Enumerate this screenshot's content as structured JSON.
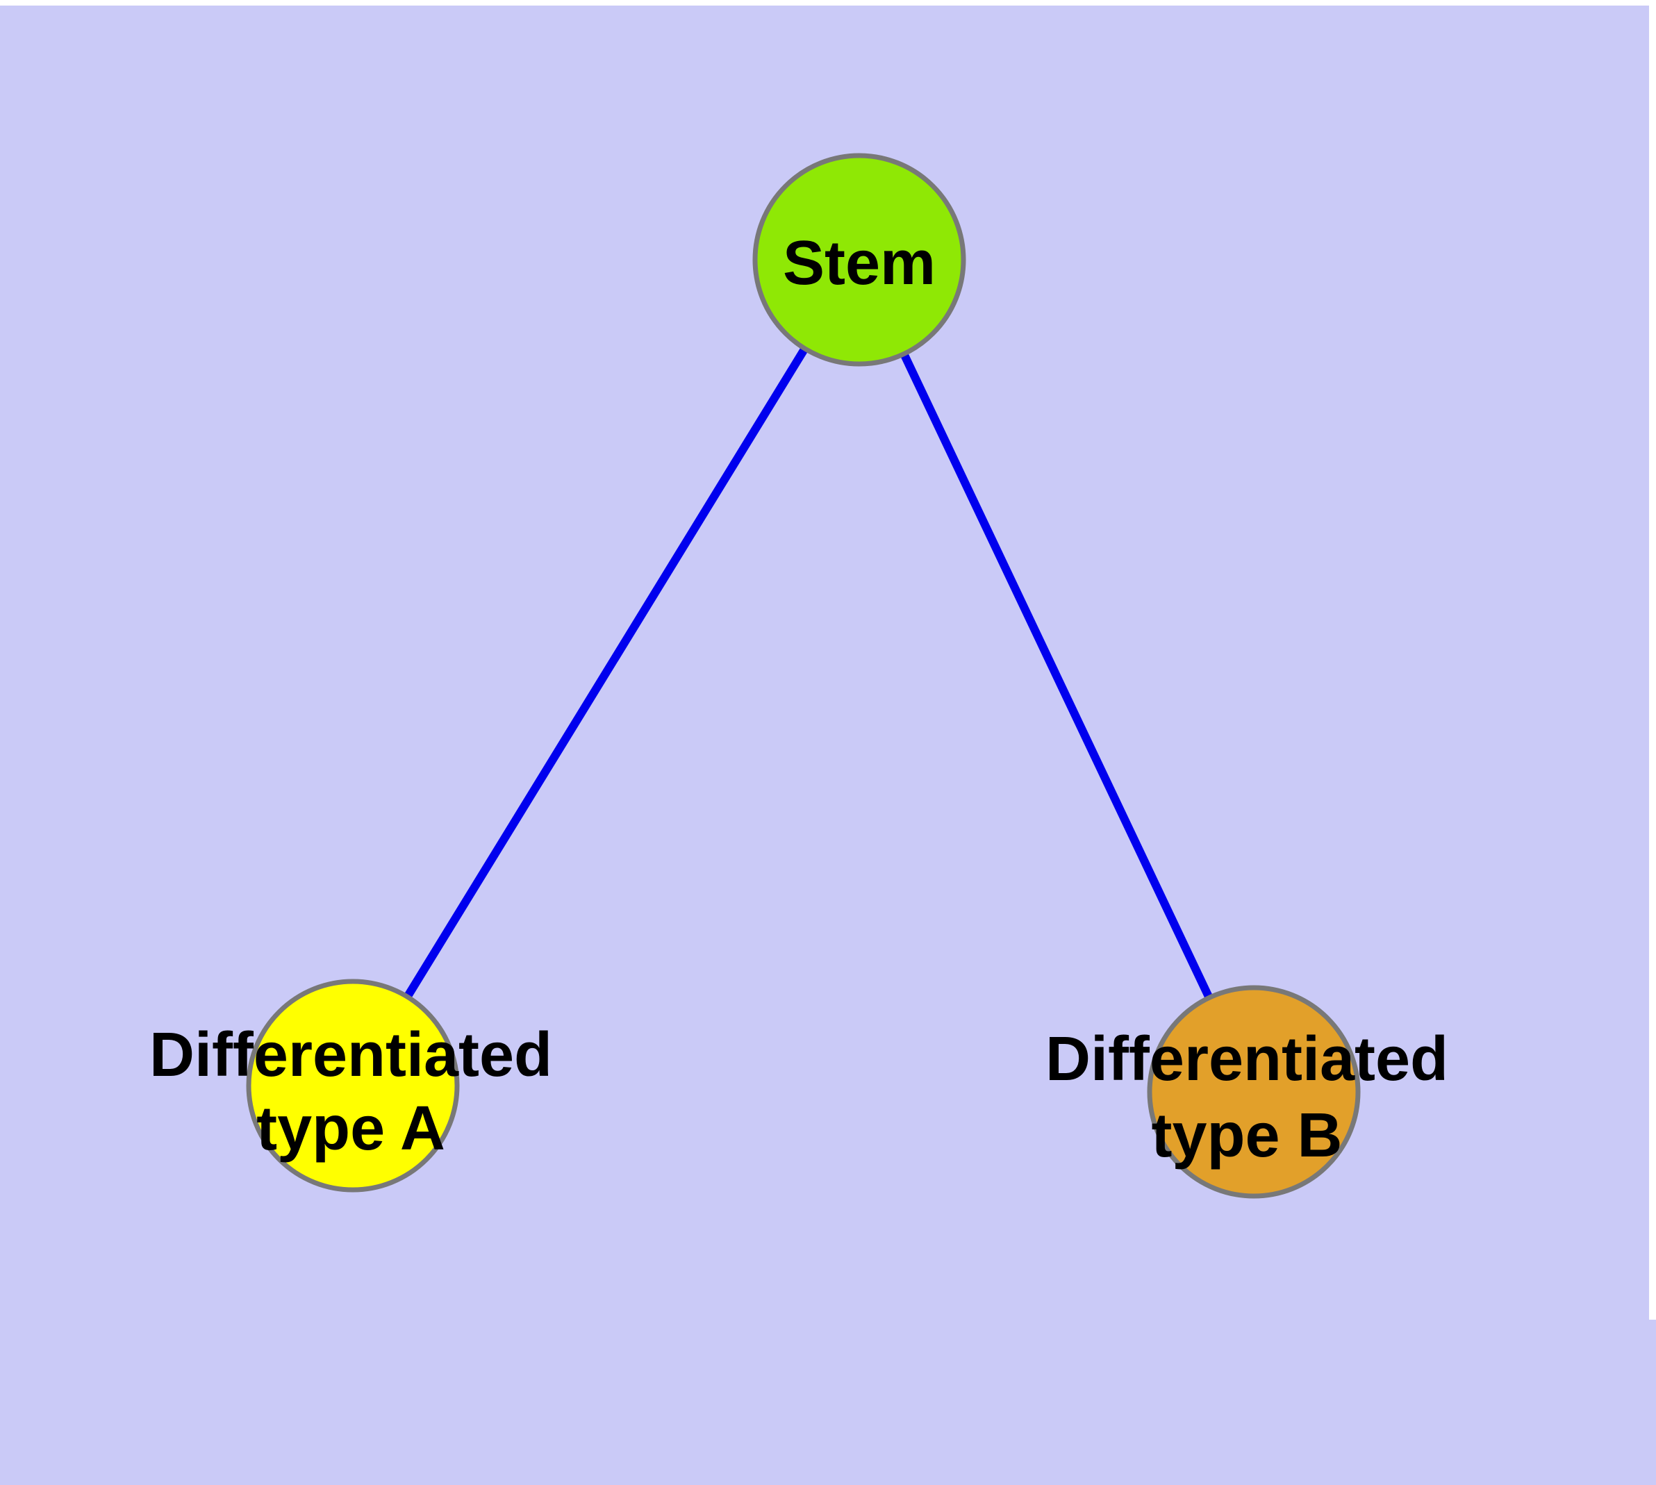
{
  "diagram": {
    "background_color": "#CACAF7",
    "margin_color": "#FFFFFF",
    "node_border_color": "#787878",
    "edge_color": "#0000EE",
    "text_color": "#000000",
    "nodes": {
      "stem": {
        "label": "Stem",
        "fill": "#8FE805"
      },
      "type_a": {
        "label_line1": "Differentiated",
        "label_line2": "type A",
        "fill": "#FFFF00"
      },
      "type_b": {
        "label_line1": "Differentiated",
        "label_line2": "type B",
        "fill": "#E2A02A"
      }
    },
    "edges": [
      {
        "from": "Stem",
        "to": "Differentiated type A"
      },
      {
        "from": "Stem",
        "to": "Differentiated type B"
      }
    ]
  }
}
